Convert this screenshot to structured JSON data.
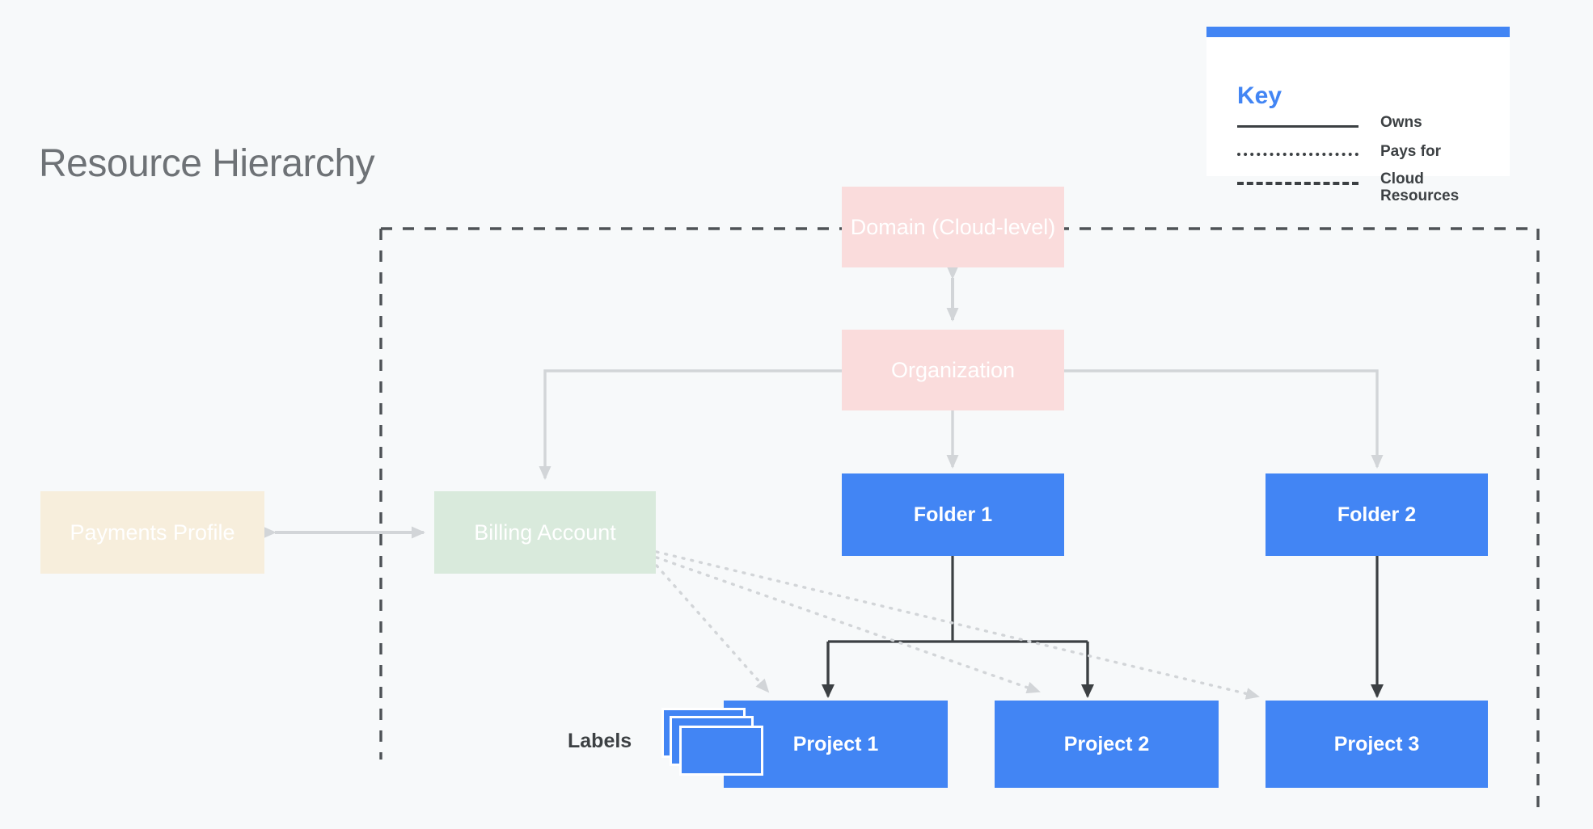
{
  "diagram": {
    "title": "Resource Hierarchy",
    "background_color": "#F7F9FA",
    "title_color": "#6E7276"
  },
  "key": {
    "heading": "Key",
    "accent_color": "#4285F4",
    "entries": [
      {
        "style": "solid",
        "label": "Owns"
      },
      {
        "style": "dotted",
        "label": "Pays for"
      },
      {
        "style": "dashed",
        "label": "Cloud Resources"
      }
    ]
  },
  "nodes": {
    "domain": {
      "label": "Domain (Cloud-level)",
      "color": "#FADCDC",
      "text_color": "#FFFFFF"
    },
    "organization": {
      "label": "Organization",
      "color": "#FADCDC",
      "text_color": "#FFFFFF"
    },
    "payments": {
      "label": "Payments Profile",
      "color": "#F7EEDC",
      "text_color": "#FFFFFF"
    },
    "billing": {
      "label": "Billing Account",
      "color": "#D9EADC",
      "text_color": "#FFFFFF"
    },
    "folder1": {
      "label": "Folder 1",
      "color": "#4285F4",
      "text_color": "#FFFFFF"
    },
    "folder2": {
      "label": "Folder 2",
      "color": "#4285F4",
      "text_color": "#FFFFFF"
    },
    "project1": {
      "label": "Project 1",
      "color": "#4285F4",
      "text_color": "#FFFFFF"
    },
    "project2": {
      "label": "Project 2",
      "color": "#4285F4",
      "text_color": "#FFFFFF"
    },
    "project3": {
      "label": "Project 3",
      "color": "#4285F4",
      "text_color": "#FFFFFF"
    }
  },
  "annotations": {
    "labels_text": "Labels"
  },
  "edges": [
    {
      "from": "domain",
      "to": "organization",
      "style": "owns",
      "bidirectional": true
    },
    {
      "from": "payments",
      "to": "billing",
      "style": "owns",
      "bidirectional": true
    },
    {
      "from": "organization",
      "to": "billing",
      "style": "owns",
      "bidirectional": false
    },
    {
      "from": "organization",
      "to": "folder1",
      "style": "owns",
      "bidirectional": false
    },
    {
      "from": "organization",
      "to": "folder2",
      "style": "owns",
      "bidirectional": false
    },
    {
      "from": "folder1",
      "to": "project1",
      "style": "owns",
      "bidirectional": false
    },
    {
      "from": "folder1",
      "to": "project2",
      "style": "owns",
      "bidirectional": false
    },
    {
      "from": "folder2",
      "to": "project3",
      "style": "owns",
      "bidirectional": false
    },
    {
      "from": "billing",
      "to": "project1",
      "style": "pays",
      "bidirectional": false
    },
    {
      "from": "billing",
      "to": "project2",
      "style": "pays",
      "bidirectional": false
    },
    {
      "from": "billing",
      "to": "project3",
      "style": "pays",
      "bidirectional": false
    }
  ],
  "boundary": {
    "style": "dashed",
    "meaning": "Cloud Resources",
    "color": "#4E5256"
  }
}
